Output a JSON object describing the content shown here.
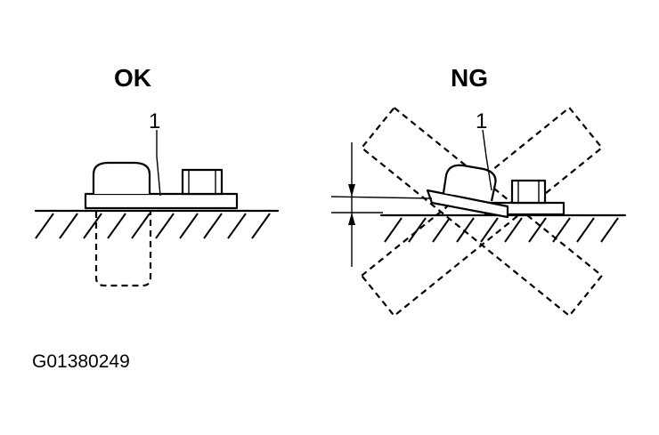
{
  "labels": {
    "ok": "OK",
    "ng": "NG",
    "part_ok": "1",
    "part_ng": "1",
    "figure_code": "G01380249"
  }
}
